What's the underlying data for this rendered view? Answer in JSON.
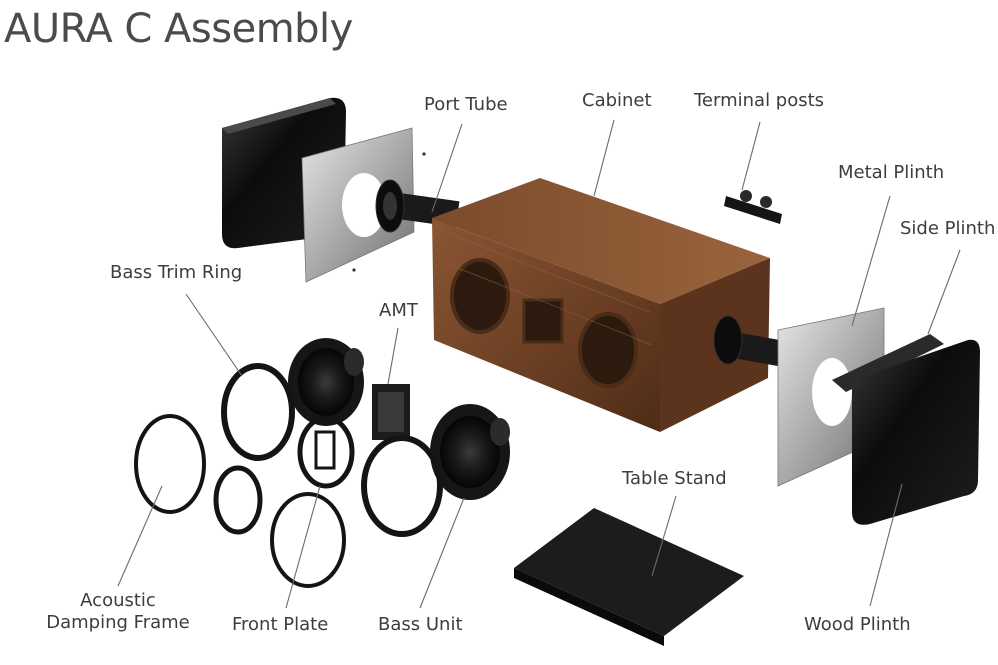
{
  "title": "AURA C Assembly",
  "labels": {
    "port_tube": "Port Tube",
    "cabinet": "Cabinet",
    "terminal_posts": "Terminal posts",
    "metal_plinth": "Metal Plinth",
    "side_plinth": "Side Plinth",
    "bass_trim_ring": "Bass Trim Ring",
    "amt": "AMT",
    "table_stand": "Table Stand",
    "acoustic_line1": "Acoustic",
    "acoustic_line2": "Damping Frame",
    "front_plate": "Front Plate",
    "bass_unit": "Bass Unit",
    "wood_plinth": "Wood Plinth"
  },
  "colors": {
    "wood": "#7a4a2c",
    "wood_dark": "#5a331d",
    "black_part": "#141414",
    "metal": "#b9b9b9",
    "foam": "#1c1c1c"
  }
}
